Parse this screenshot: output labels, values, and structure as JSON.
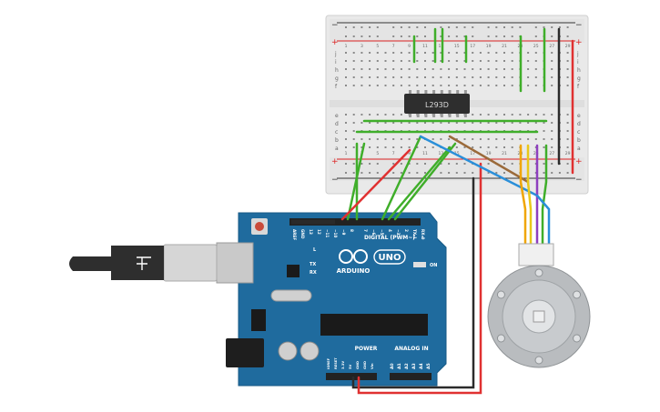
{
  "breadboard": {
    "rail_plus": "+",
    "rail_minus": "−",
    "ic_label": "L293D",
    "row_letters_top": [
      "j",
      "i",
      "h",
      "g",
      "f"
    ],
    "row_letters_bottom": [
      "e",
      "d",
      "c",
      "b",
      "a"
    ],
    "column_numbers": [
      "1",
      "3",
      "5",
      "7",
      "9",
      "11",
      "13",
      "15",
      "17",
      "19",
      "21",
      "23",
      "25",
      "27",
      "29"
    ]
  },
  "arduino": {
    "brand": "ARDUINO",
    "model": "UNO",
    "digital_header": "DIGITAL (PWM~)",
    "power_label": "POWER",
    "analog_label": "ANALOG IN",
    "on_label": "ON",
    "tx_label": "TX",
    "rx_label": "RX",
    "l_label": "L",
    "digital_pins": [
      "AREF",
      "GND",
      "13",
      "12",
      "~11",
      "~10",
      "~9",
      "8",
      "7",
      "~6",
      "~5",
      "4",
      "~3",
      "2",
      "TX▸1",
      "RX◂0"
    ],
    "power_pins": [
      "IOREF",
      "RESET",
      "3.3V",
      "5V",
      "GND",
      "GND",
      "Vin"
    ],
    "analog_pins": [
      "A0",
      "A1",
      "A2",
      "A3",
      "A4",
      "A5"
    ]
  },
  "colors": {
    "breadboard_bg": "#e8e8e8",
    "arduino_board": "#1f6b9e",
    "wire_green": "#3fae2a",
    "wire_red": "#e03131",
    "wire_black": "#2b2b2b",
    "wire_orange": "#f0a500",
    "wire_yellow": "#e8c81a",
    "wire_purple": "#8e3fbf",
    "wire_blue": "#2a8fd9",
    "wire_brown": "#9b6a3a"
  },
  "icons": [
    "usb-cable-icon",
    "motor-encoder-icon",
    "arduino-logo-icon"
  ]
}
